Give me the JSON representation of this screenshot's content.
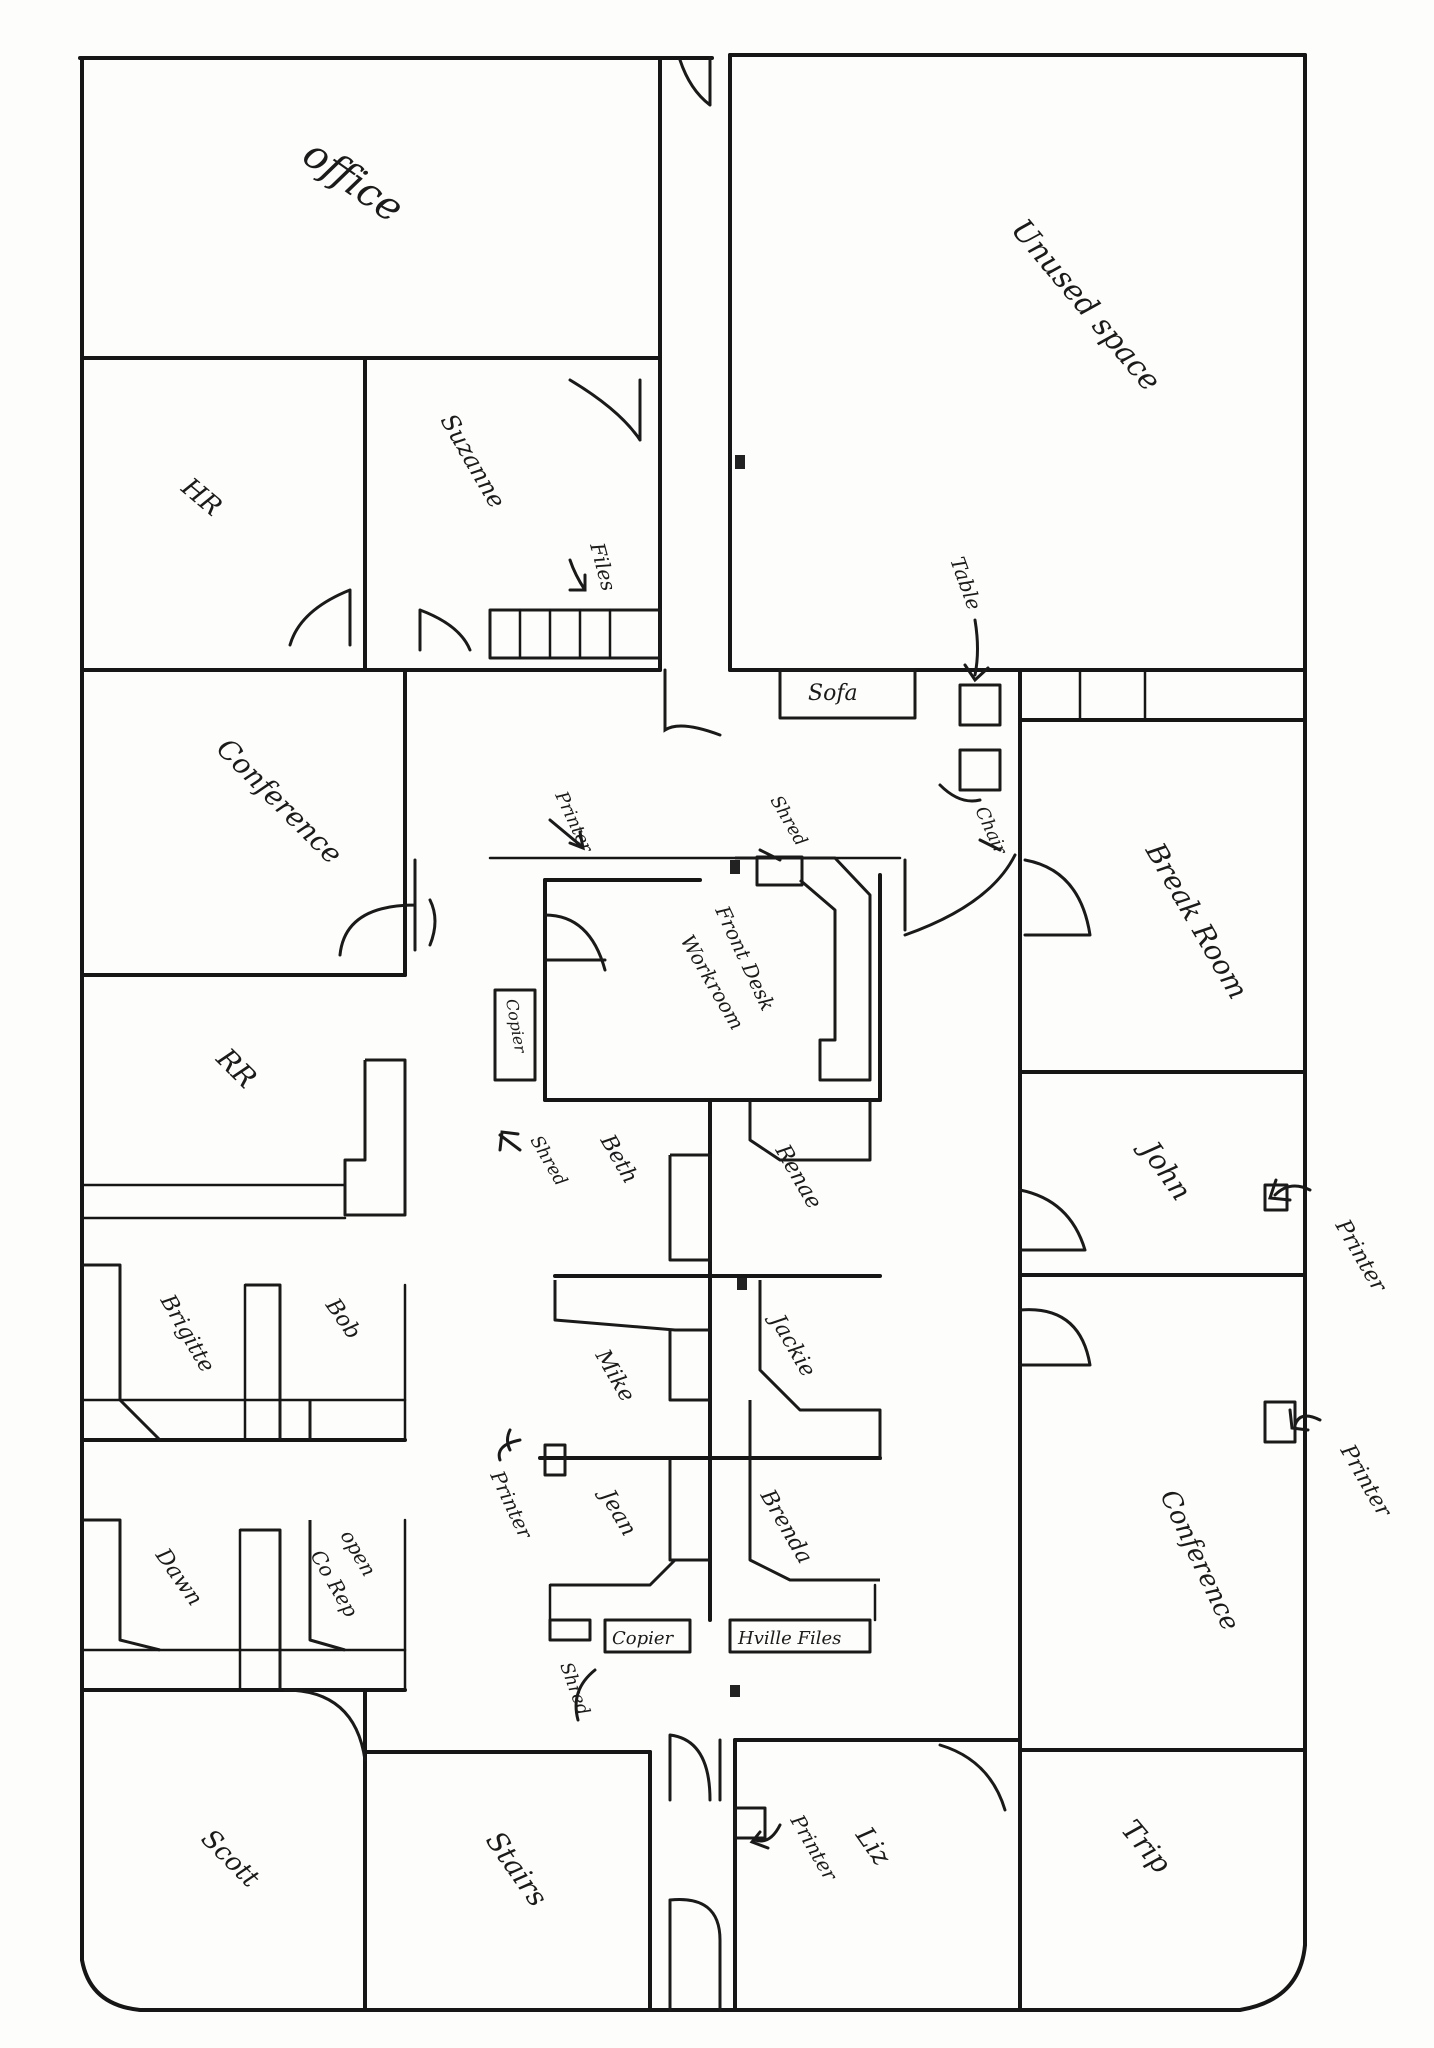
{
  "rooms": {
    "office": "office",
    "unused_space": "Unused space",
    "hr": "HR",
    "suzanne": "Suzanne",
    "files": "Files",
    "table": "Table",
    "sofa": "Sofa",
    "conference_top": "Conference",
    "printer_1": "Printer",
    "shred_1": "Shred",
    "chair": "Chair",
    "break_room": "Break Room",
    "front_desk": "Front Desk",
    "workroom": "Workroom",
    "copier_1": "Copier",
    "rr": "RR",
    "shred_2": "Shred",
    "beth": "Beth",
    "renae": "Renae",
    "john": "John",
    "printer_2": "Printer",
    "brigitte": "Brigitte",
    "bob": "Bob",
    "mike": "Mike",
    "jackie": "Jackie",
    "printer_3": "Printer",
    "printer_4": "Printer",
    "jean": "Jean",
    "brenda": "Brenda",
    "conference_right": "Conference",
    "dawn": "Dawn",
    "open": "open",
    "co_rep": "Co Rep",
    "copier_2": "Copier",
    "hville_files": "Hville Files",
    "shred_3": "Shred",
    "scott": "Scott",
    "stairs": "Stairs",
    "printer_5": "Printer",
    "liz": "Liz",
    "trip": "Trip"
  }
}
